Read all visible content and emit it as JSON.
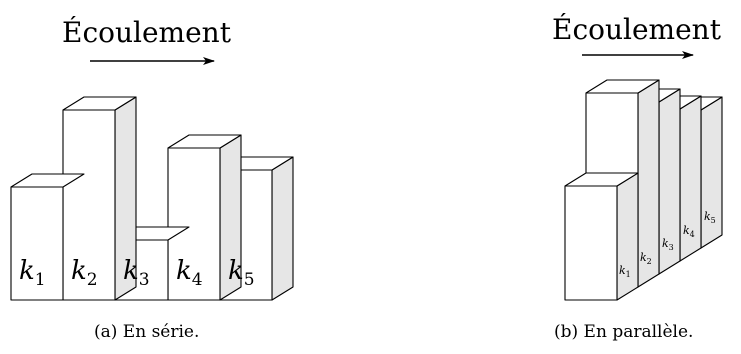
{
  "panel_a": {
    "title": "Écoulement",
    "caption": "(a) En série.",
    "blocks": [
      {
        "base": "k",
        "sub": "1"
      },
      {
        "base": "k",
        "sub": "2"
      },
      {
        "base": "k",
        "sub": "3"
      },
      {
        "base": "k",
        "sub": "4"
      },
      {
        "base": "k",
        "sub": "5"
      }
    ]
  },
  "panel_b": {
    "title": "Écoulement",
    "caption": "(b) En parallèle.",
    "blocks": [
      {
        "base": "k",
        "sub": "1"
      },
      {
        "base": "k",
        "sub": "2"
      },
      {
        "base": "k",
        "sub": "3"
      },
      {
        "base": "k",
        "sub": "4"
      },
      {
        "base": "k",
        "sub": "5"
      }
    ]
  },
  "colors": {
    "face_front": "#ffffff",
    "face_side": "#e6e6e6",
    "stroke": "#000000"
  }
}
